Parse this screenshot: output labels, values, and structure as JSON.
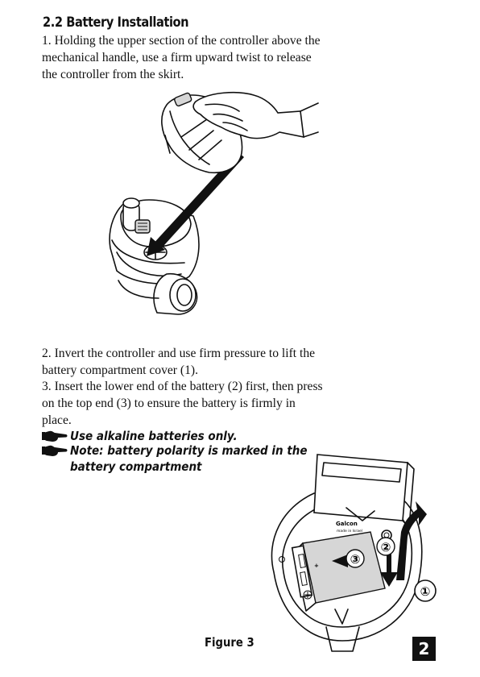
{
  "section": {
    "heading": "2.2 Battery Installation"
  },
  "steps": [
    {
      "lines": [
        "1. Holding the upper section of the controller above the",
        "mechanical handle, use a firm upward twist to release",
        "the controller from the skirt."
      ]
    },
    {
      "lines": [
        "2. Invert the controller and use firm pressure to lift the",
        "battery compartment cover (1)."
      ]
    },
    {
      "lines": [
        "3. Insert the lower end of the battery (2) first, then press",
        "on the top end (3) to ensure the battery is firmly in",
        "place."
      ]
    }
  ],
  "notes": [
    {
      "icon": "pointing-hand-icon",
      "text": "Use alkaline batteries only."
    },
    {
      "icon": "pointing-hand-icon",
      "text": "Note: battery polarity is marked in the"
    },
    {
      "text": "battery compartment"
    }
  ],
  "figure": {
    "caption": "Figure 3",
    "callouts": [
      "①",
      "②",
      "③"
    ],
    "device_labels": {
      "brand": "Galcon",
      "made_in": "made in Israel",
      "plus_sign": "+"
    }
  },
  "page": {
    "number": "2"
  },
  "colors": {
    "ink": "#111111",
    "paper": "#ffffff"
  }
}
